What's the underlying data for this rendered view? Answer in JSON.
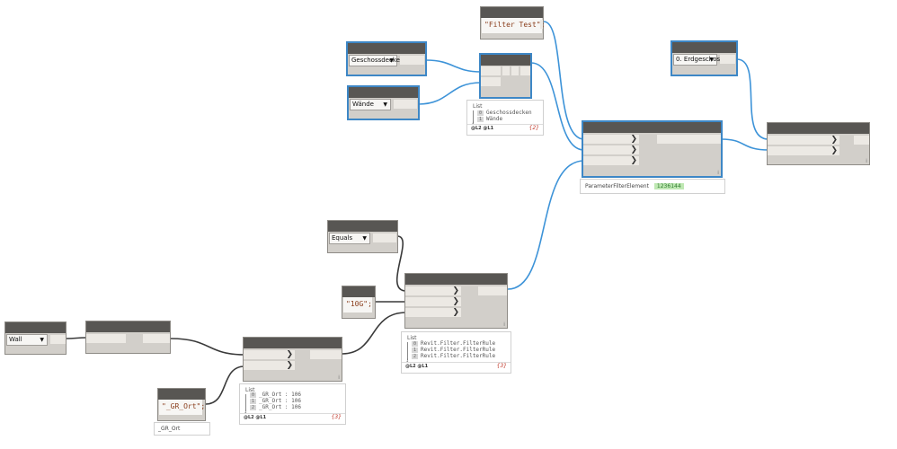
{
  "nodes": {
    "filter_test": {
      "code": "\"Filter Test\";"
    },
    "geschossdecken": {
      "selected": "Geschossdecken"
    },
    "waende": {
      "selected": "Wände"
    },
    "erdgeschoss": {
      "selected": "0. Erdgeschoss"
    },
    "equals": {
      "selected": "Equals"
    },
    "wall": {
      "selected": "Wall"
    },
    "code_10g": {
      "code": "\"10G\";"
    },
    "code_gr_ort": {
      "code": "\"_GR_Ort\";",
      "preview": "_GR_Ort"
    }
  },
  "previews": {
    "list_preview": {
      "title": "List",
      "items": [
        {
          "index": "0",
          "value": "Geschossdecken"
        },
        {
          "index": "1",
          "value": "Wände"
        }
      ],
      "levels": "@L2 @L1",
      "count": "{2}"
    },
    "param_filter": {
      "label": "ParameterFilterElement",
      "id": "1236144"
    },
    "filter_rules": {
      "title": "List",
      "items": [
        {
          "index": "0",
          "value": "Revit.Filter.FilterRule"
        },
        {
          "index": "1",
          "value": "Revit.Filter.FilterRule"
        },
        {
          "index": "2",
          "value": "Revit.Filter.FilterRule"
        }
      ],
      "levels": "@L2 @L1",
      "count": "{3}"
    },
    "gr_ort": {
      "title": "List",
      "items": [
        {
          "index": "0",
          "value": "_GR_Ort : 106"
        },
        {
          "index": "1",
          "value": "_GR_Ort : 106"
        },
        {
          "index": "2",
          "value": "_GR_Ort : 106"
        }
      ],
      "levels": "@L2 @L1",
      "count": "{3}"
    }
  },
  "colors": {
    "wire_blue": "#3d93d8",
    "wire_dark": "#3a3a3a",
    "node_header": "#585653",
    "node_body": "#d2cfca",
    "selection": "#3d87c6"
  }
}
